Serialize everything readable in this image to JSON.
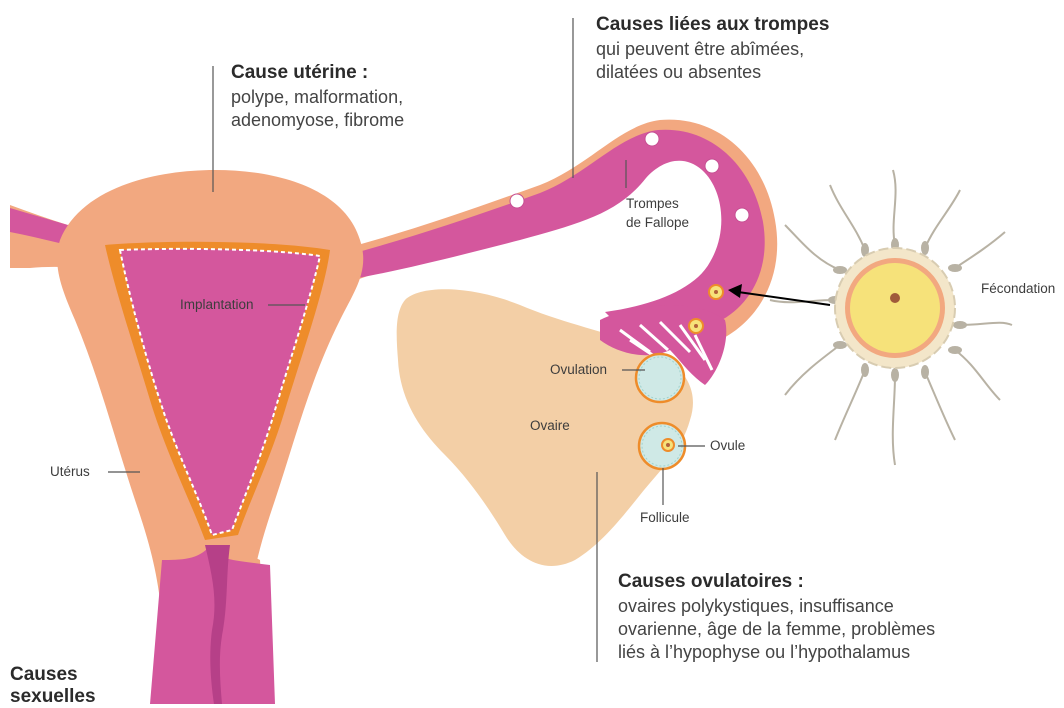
{
  "cause_uterine": {
    "title": "Cause utérine :",
    "lines": [
      "polype, malformation,",
      "adenomyose, fibrome"
    ]
  },
  "causes_trompes": {
    "title": "Causes liées aux trompes",
    "lines": [
      "qui peuvent être abîmées,",
      "dilatées ou absentes"
    ]
  },
  "causes_ovulatoires": {
    "title": "Causes ovulatoires :",
    "lines": [
      "ovaires polykystiques, insuffisance",
      "ovarienne, âge de la femme, problèmes",
      "liés à l’hypophyse ou l’hypothalamus"
    ]
  },
  "causes_sexuelles": {
    "lines": [
      "Causes",
      "sexuelles"
    ]
  },
  "labels": {
    "trompes": [
      "Trompes",
      "de Fallope"
    ],
    "implantation": "Implantation",
    "ovulation": "Ovulation",
    "ovaire": "Ovaire",
    "ovule": "Ovule",
    "follicule": "Follicule",
    "uterus": "Utérus",
    "fecondation": "Fécondation"
  },
  "colors": {
    "uterus_outer": "#f2a880",
    "uterus_inner": "#d4579d",
    "uterus_orange": "#ee8c2a",
    "ovary": "#f3cfa6",
    "follicle": "#cfe9e6",
    "egg_yellow": "#f6e27a",
    "sperm": "#b8b2a4"
  }
}
